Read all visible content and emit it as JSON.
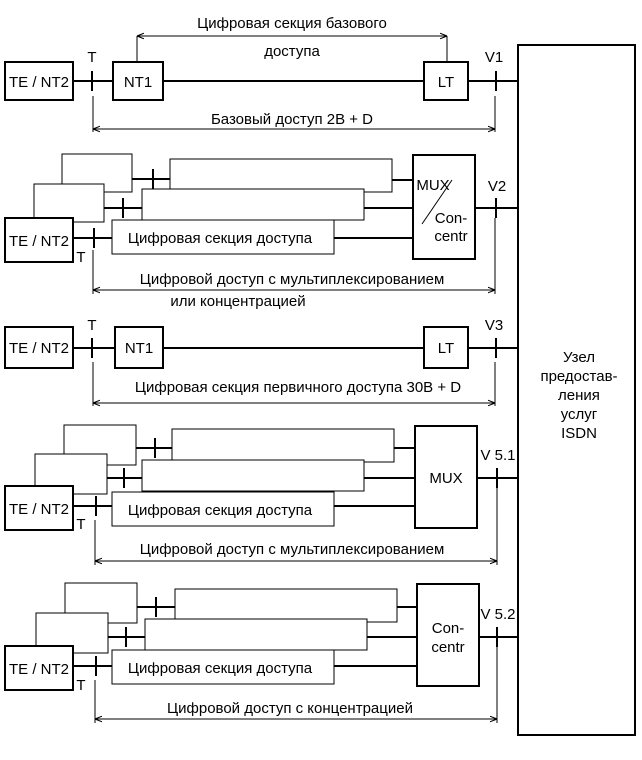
{
  "labels": {
    "te_nt2": "TE / NT2",
    "nt1": "NT1",
    "lt": "LT",
    "t": "T",
    "mux": "MUX",
    "con": "Con-",
    "centr": "centr",
    "v1": "V1",
    "v2": "V2",
    "v3": "V3",
    "v51": "V 5.1",
    "v52": "V 5.2",
    "access_section": "Цифровая секция доступа"
  },
  "node": {
    "lines": [
      "Узел",
      "предостав-",
      "ления",
      "услуг",
      "ISDN"
    ]
  },
  "row1": {
    "top_line1": "Цифровая секция базового",
    "top_line2": "доступа",
    "bottom": "Базовый доступ  2B + D"
  },
  "row2": {
    "bottom_line1": "Цифровой доступ с мультиплексированием",
    "bottom_line2": "или концентрацией"
  },
  "row3": {
    "bottom": "Цифровая секция первичного доступа  30B + D"
  },
  "row4": {
    "bottom": "Цифровой доступ с мультиплексированием"
  },
  "row5": {
    "bottom": "Цифровой доступ с концентрацией"
  }
}
